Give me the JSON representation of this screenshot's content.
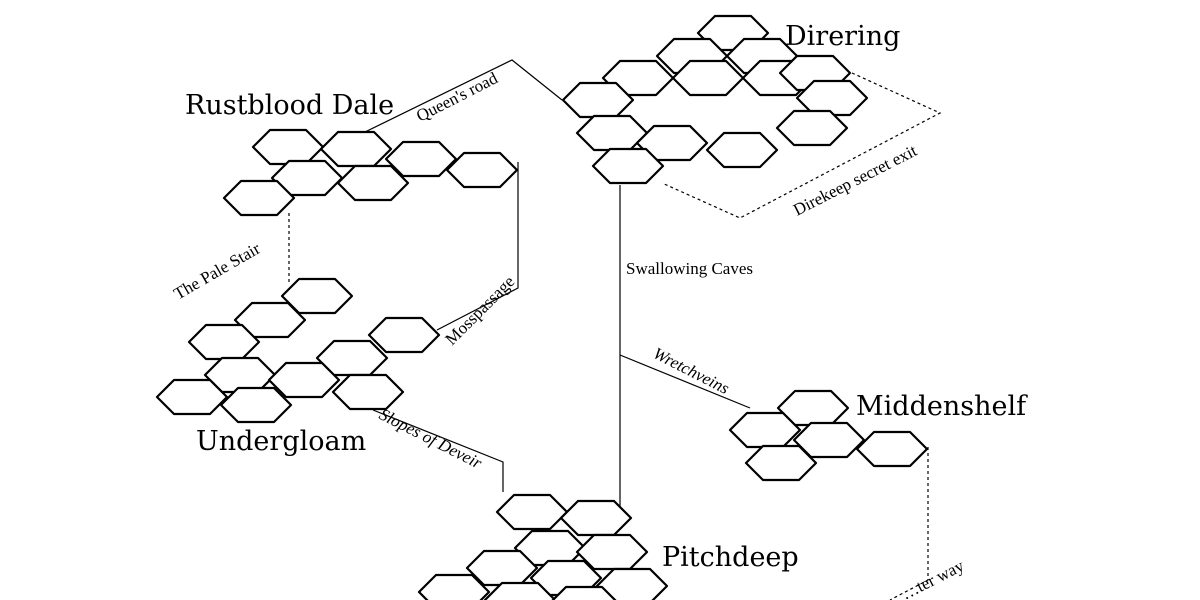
{
  "regions": {
    "direring": "Direring",
    "rustblood_dale": "Rustblood Dale",
    "undergloam": "Undergloam",
    "middenshelf": "Middenshelf",
    "pitchdeep": "Pitchdeep"
  },
  "paths": {
    "queens_road": "Queen's road",
    "direkeep_secret_exit": "Direkeep secret exit",
    "swallowing_caves": "Swallowing Caves",
    "the_pale_stair": "The Pale Stair",
    "mosspassage": "Mosspassage",
    "wretchveins": "Wretchveins",
    "slopes_of_deveir": "Slopes of Deveir",
    "partial_way": "…ter way"
  },
  "colors": {
    "ink": "#000000",
    "paper": "#ffffff"
  }
}
